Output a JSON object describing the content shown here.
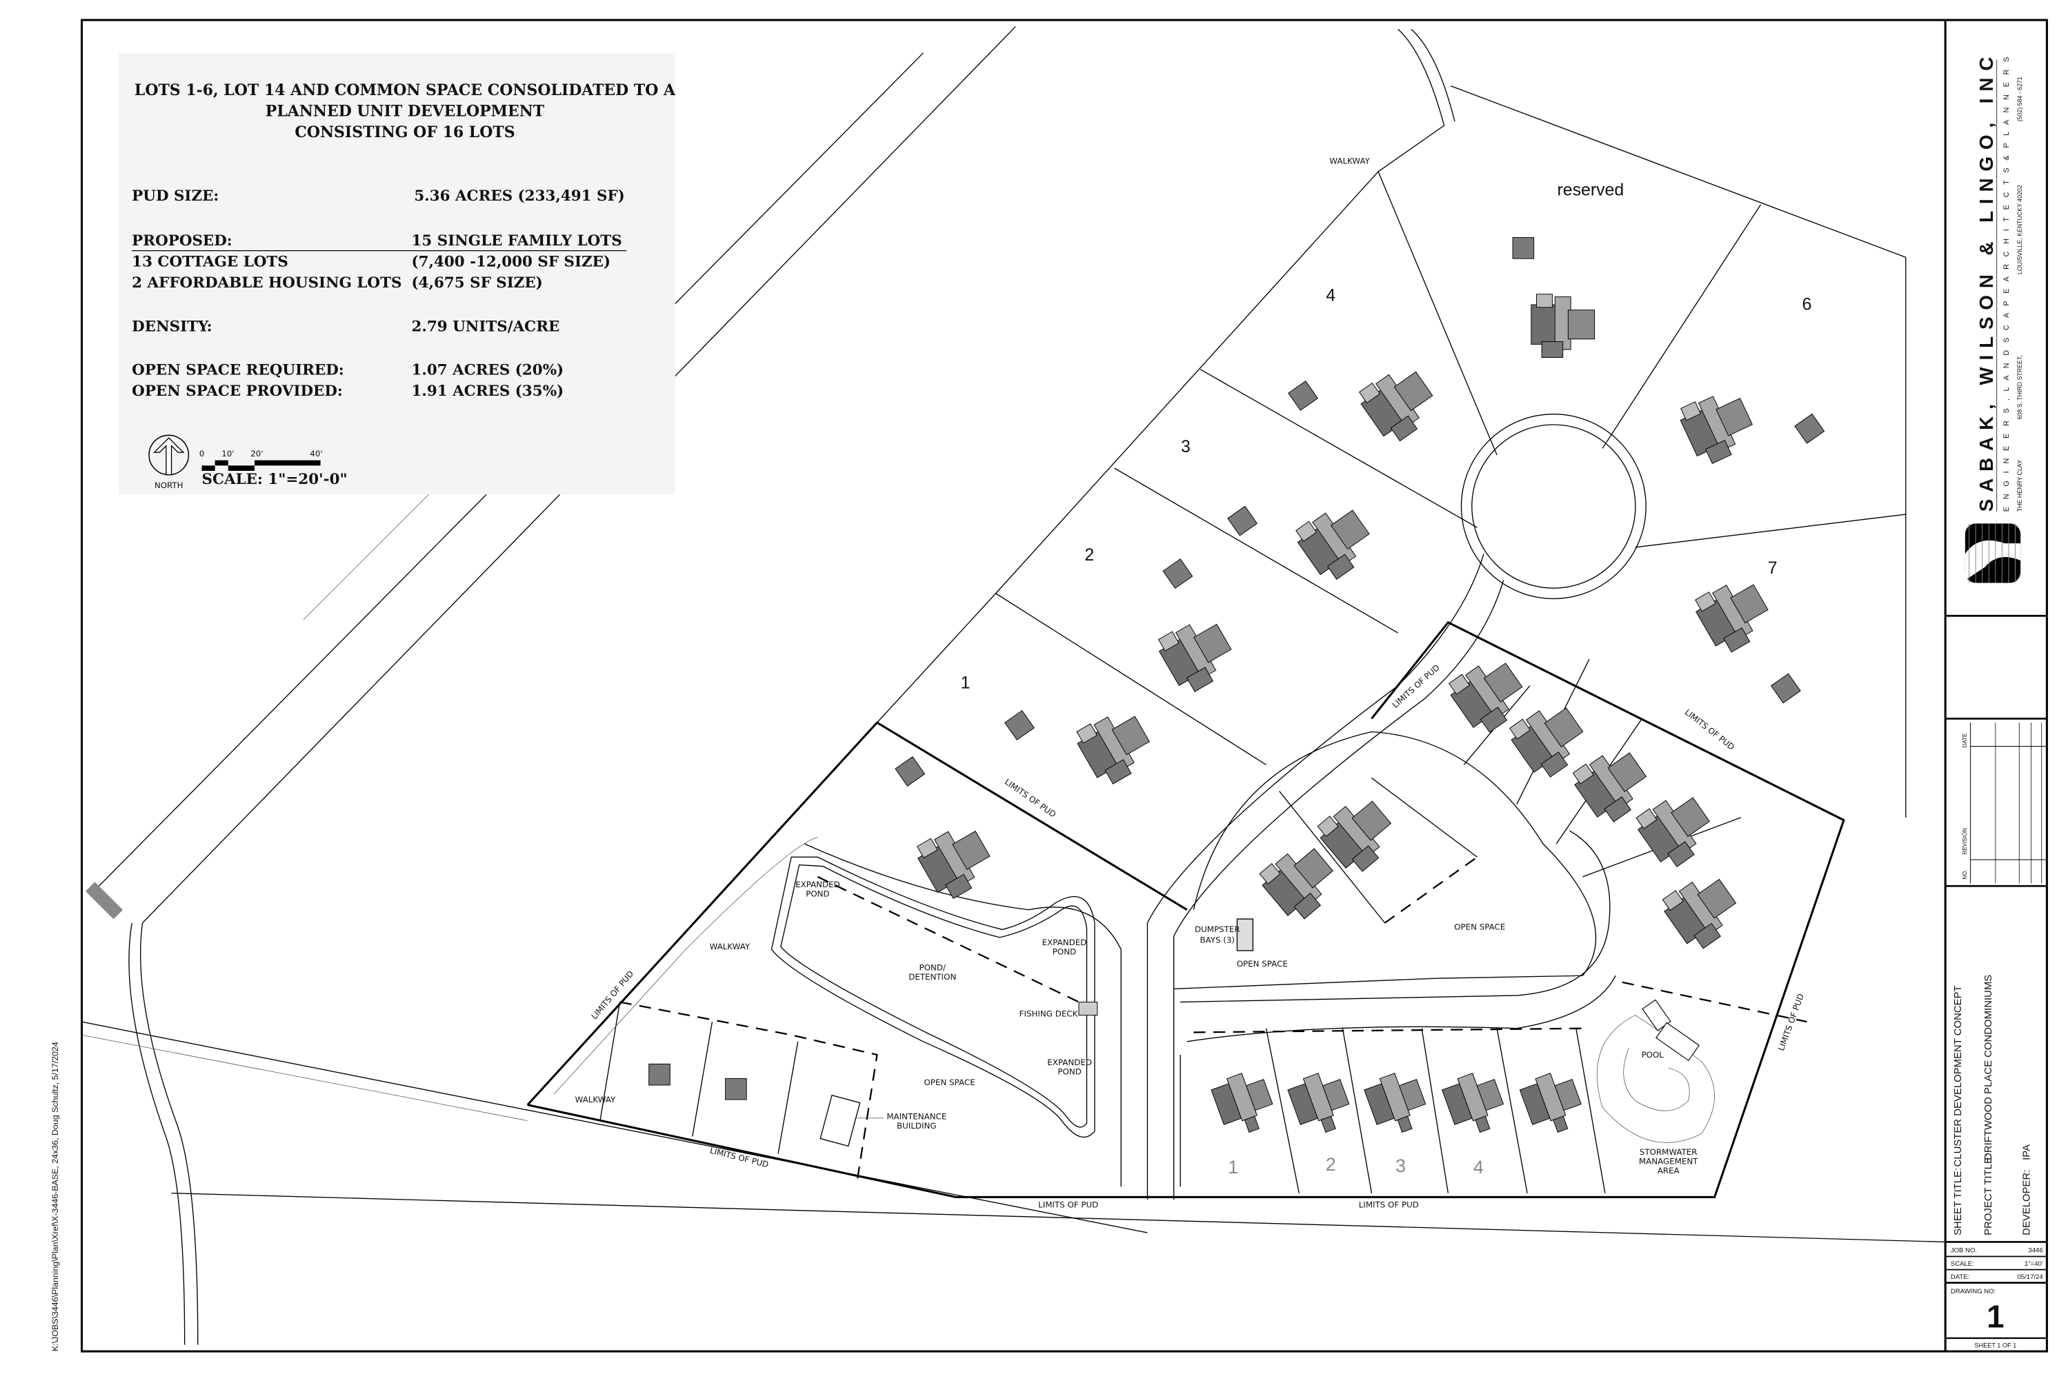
{
  "file_path": "K:\\JOBS\\3446\\Planning\\Plan\\Xref\\X-3446-BASE, 24x36, Doug Schultz, 5/17/2024",
  "notes": {
    "title_lines": [
      "LOTS 1-6, LOT 14 AND COMMON SPACE CONSOLIDATED TO A",
      "PLANNED UNIT DEVELOPMENT",
      "CONSISTING OF 16 LOTS"
    ],
    "rows": [
      {
        "label": "PUD SIZE:",
        "value": "5.36 ACRES (233,491 SF)"
      },
      {
        "label": "PROPOSED:",
        "value": "15 SINGLE FAMILY LOTS"
      },
      {
        "label": "13 COTTAGE LOTS",
        "value": "(7,400 -12,000 SF SIZE)"
      },
      {
        "label": "2 AFFORDABLE HOUSING LOTS",
        "value": "(4,675 SF SIZE)"
      },
      {
        "label": "DENSITY:",
        "value": "2.79 UNITS/ACRE"
      },
      {
        "label": "OPEN SPACE REQUIRED:",
        "value": "1.07 ACRES (20%)"
      },
      {
        "label": "OPEN SPACE PROVIDED:",
        "value": "1.91 ACRES (35%)"
      }
    ],
    "north_label": "NORTH",
    "scale_ticks": [
      "0",
      "10'",
      "20'",
      "40'"
    ],
    "scale_label": "SCALE: 1\"=20'-0\""
  },
  "plan": {
    "lot_labels": [
      "1",
      "2",
      "3",
      "4",
      "reserved",
      "6",
      "7"
    ],
    "cottage_labels": [
      "1",
      "2",
      "3",
      "4"
    ],
    "walkway": "WALKWAY",
    "limits_of_pud": "LIMITS OF PUD",
    "expanded_pond": [
      "EXPANDED",
      "POND"
    ],
    "pond_detention": [
      "POND/",
      "DETENTION"
    ],
    "fishing_deck": "FISHING DECK",
    "open_space": "OPEN SPACE",
    "maintenance_building": [
      "MAINTENANCE",
      "BUILDING"
    ],
    "dumpster_bays": [
      "DUMPSTER",
      "BAYS (3)"
    ],
    "pool": "POOL",
    "stormwater": [
      "STORMWATER",
      "MANAGEMENT",
      "AREA"
    ]
  },
  "title_block": {
    "firm_name": "SABAK, WILSON & LINGO, INC",
    "disciplines": "E N G I N E E R S ,   L A N D S C A P E   A R C H I T E C T S   &   P L A N N E R S",
    "address_building": "THE HENRY CLAY",
    "address_street": "608 S. THIRD STREET,",
    "address_city": "LOUISVILLE, KENTUCKY  40202",
    "phone": "(502) 584 - 6271",
    "revision_headers": {
      "no": "NO.",
      "revision": "REVISION",
      "date": "DATE"
    },
    "sheet_title_label": "SHEET TITLE:",
    "sheet_title": "CLUSTER DEVELOPMENT CONCEPT",
    "project_title_label": "PROJECT TITLE:",
    "project_title": "DRIFTWOOD PLACE CONDOMINIUMS",
    "developer_label": "DEVELOPER:",
    "developer": "IPA",
    "job_no_label": "JOB NO.",
    "job_no": "3446",
    "scale_label": "SCALE:",
    "scale": "1\"=40'",
    "date_label": "DATE:",
    "date": "05/17/24",
    "drawing_no_label": "DRAWING NO:",
    "drawing_no": "1",
    "sheet_label": "SHEET  1  OF  1"
  }
}
